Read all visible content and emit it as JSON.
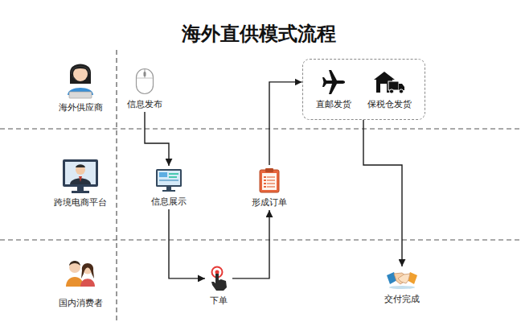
{
  "diagram": {
    "title": "海外直供模式流程",
    "nodes": [
      {
        "text": [
          "信息发布"
        ]
      },
      {
        "text": [
          "信息展示"
        ]
      },
      {
        "text": [
          "下单"
        ]
      },
      {
        "text": [
          "形成订单"
        ]
      },
      {
        "text": [
          "直邮发货",
          "保税仓发货"
        ]
      },
      {
        "text": [
          "交付完成"
        ]
      }
    ],
    "edges": [
      {
        "from": 0,
        "to": 1,
        "arrow": "to"
      },
      {
        "from": 1,
        "to": 2,
        "arrow": "to"
      },
      {
        "from": 2,
        "to": 3,
        "arrow": "to"
      },
      {
        "from": 3,
        "to": 4,
        "arrow": "to"
      },
      {
        "from": 4,
        "to": 5,
        "arrow": "to"
      }
    ],
    "labels": [
      "海外供应商",
      "跨境电商平台",
      "国内消费者"
    ]
  }
}
